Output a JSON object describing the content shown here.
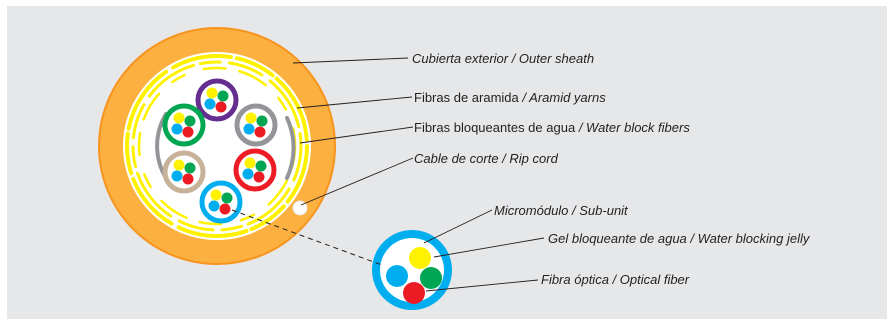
{
  "labels": {
    "outer_sheath": {
      "es": "Cubierta exterior / Outer sheath"
    },
    "aramid": {
      "es": "Fibras de aramida",
      "en": "/ Aramid yarns"
    },
    "water_block": {
      "es": "Fibras bloqueantes de agua",
      "en": "/ Water block fibers"
    },
    "rip_cord": {
      "es": "Cable de corte / Rip cord"
    },
    "sub_unit": {
      "es": "Micromódulo / Sub-unit"
    },
    "jelly": {
      "es": "Gel bloqueante de agua / Water blocking jelly"
    },
    "fiber": {
      "es": "Fibra óptica / Optical fiber"
    }
  },
  "colors": {
    "background": "#e6e7e8",
    "sheath": "#fbb040",
    "sheath_stroke": "#f7941d",
    "aramid": "#fff200",
    "water_block": "#939598",
    "fiber_yellow": "#fff200",
    "fiber_green": "#00a651",
    "fiber_blue": "#00aeef",
    "fiber_red": "#ed1c24",
    "tube_purple": "#662d91",
    "tube_gray": "#939598",
    "tube_red": "#ed1c24",
    "tube_blue": "#00aeef",
    "tube_tan": "#c7b299",
    "tube_green": "#00a651"
  },
  "subunits": [
    {
      "name": "subunit-purple",
      "tube": "tube_purple"
    },
    {
      "name": "subunit-gray",
      "tube": "tube_gray"
    },
    {
      "name": "subunit-red",
      "tube": "tube_red"
    },
    {
      "name": "subunit-blue",
      "tube": "tube_blue"
    },
    {
      "name": "subunit-tan",
      "tube": "tube_tan"
    },
    {
      "name": "subunit-green",
      "tube": "tube_green"
    }
  ]
}
